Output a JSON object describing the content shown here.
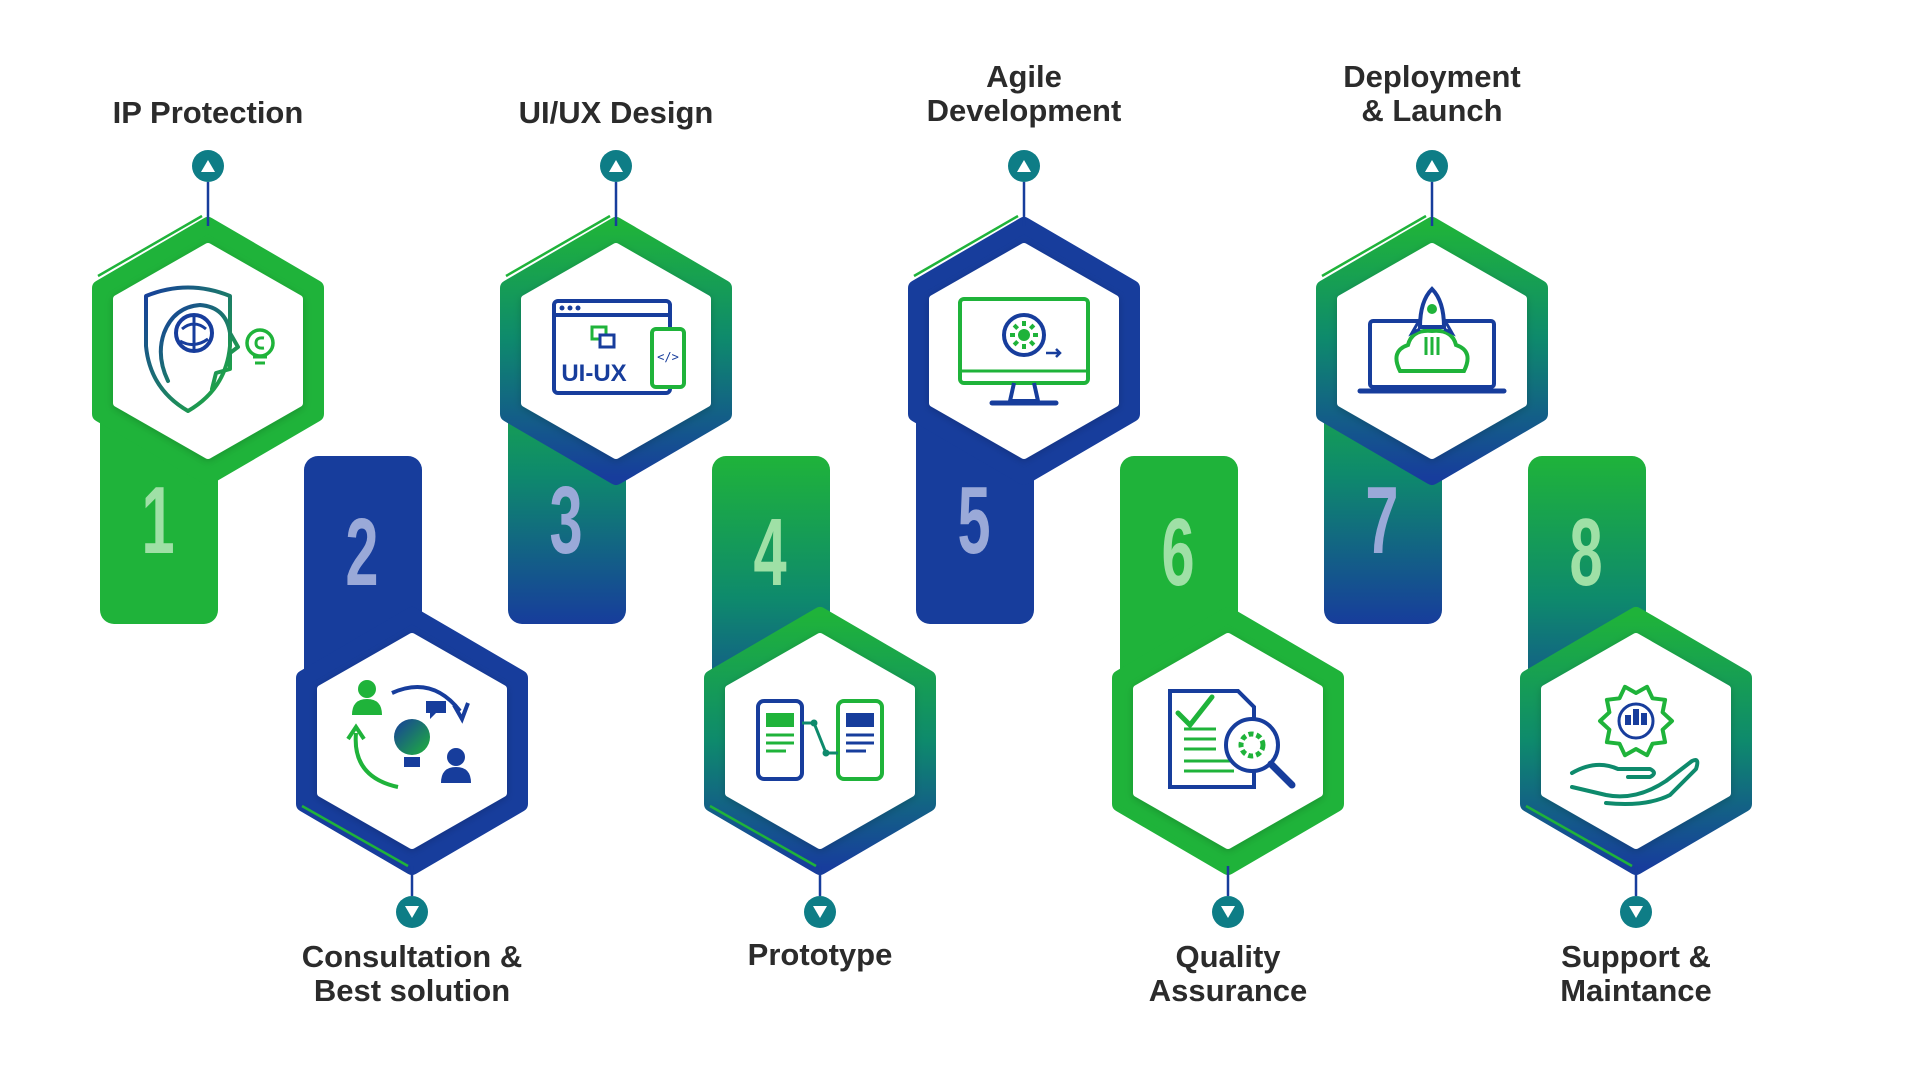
{
  "steps": [
    {
      "number": "1",
      "label": "IP Protection",
      "icon": "brain-shield-icon",
      "theme": "green",
      "position": "top"
    },
    {
      "number": "2",
      "label": "Consultation &\nBest solution",
      "icon": "people-puzzle-icon",
      "theme": "blue",
      "position": "bottom"
    },
    {
      "number": "3",
      "label": "UI/UX Design",
      "icon": "ui-ux-icon",
      "theme": "green-blue",
      "position": "top"
    },
    {
      "number": "4",
      "label": "Prototype",
      "icon": "prototype-icon",
      "theme": "blue-green",
      "position": "bottom"
    },
    {
      "number": "5",
      "label": "Agile\nDevelopment",
      "icon": "monitor-gear-icon",
      "theme": "blue",
      "position": "top"
    },
    {
      "number": "6",
      "label": "Quality\nAssurance",
      "icon": "document-magnifier-icon",
      "theme": "green",
      "position": "bottom"
    },
    {
      "number": "7",
      "label": "Deployment\n& Launch",
      "icon": "rocket-laptop-icon",
      "theme": "green-blue",
      "position": "top"
    },
    {
      "number": "8",
      "label": "Support &\nMaintance",
      "icon": "gear-hand-icon",
      "theme": "blue-green",
      "position": "bottom"
    }
  ],
  "colors": {
    "green": "#1fb33a",
    "blue": "#173d9c",
    "teal": "#0e7d86",
    "text": "#2b2b2b",
    "number_green": "#9fe0a6",
    "number_blue": "#9aa9d8"
  }
}
